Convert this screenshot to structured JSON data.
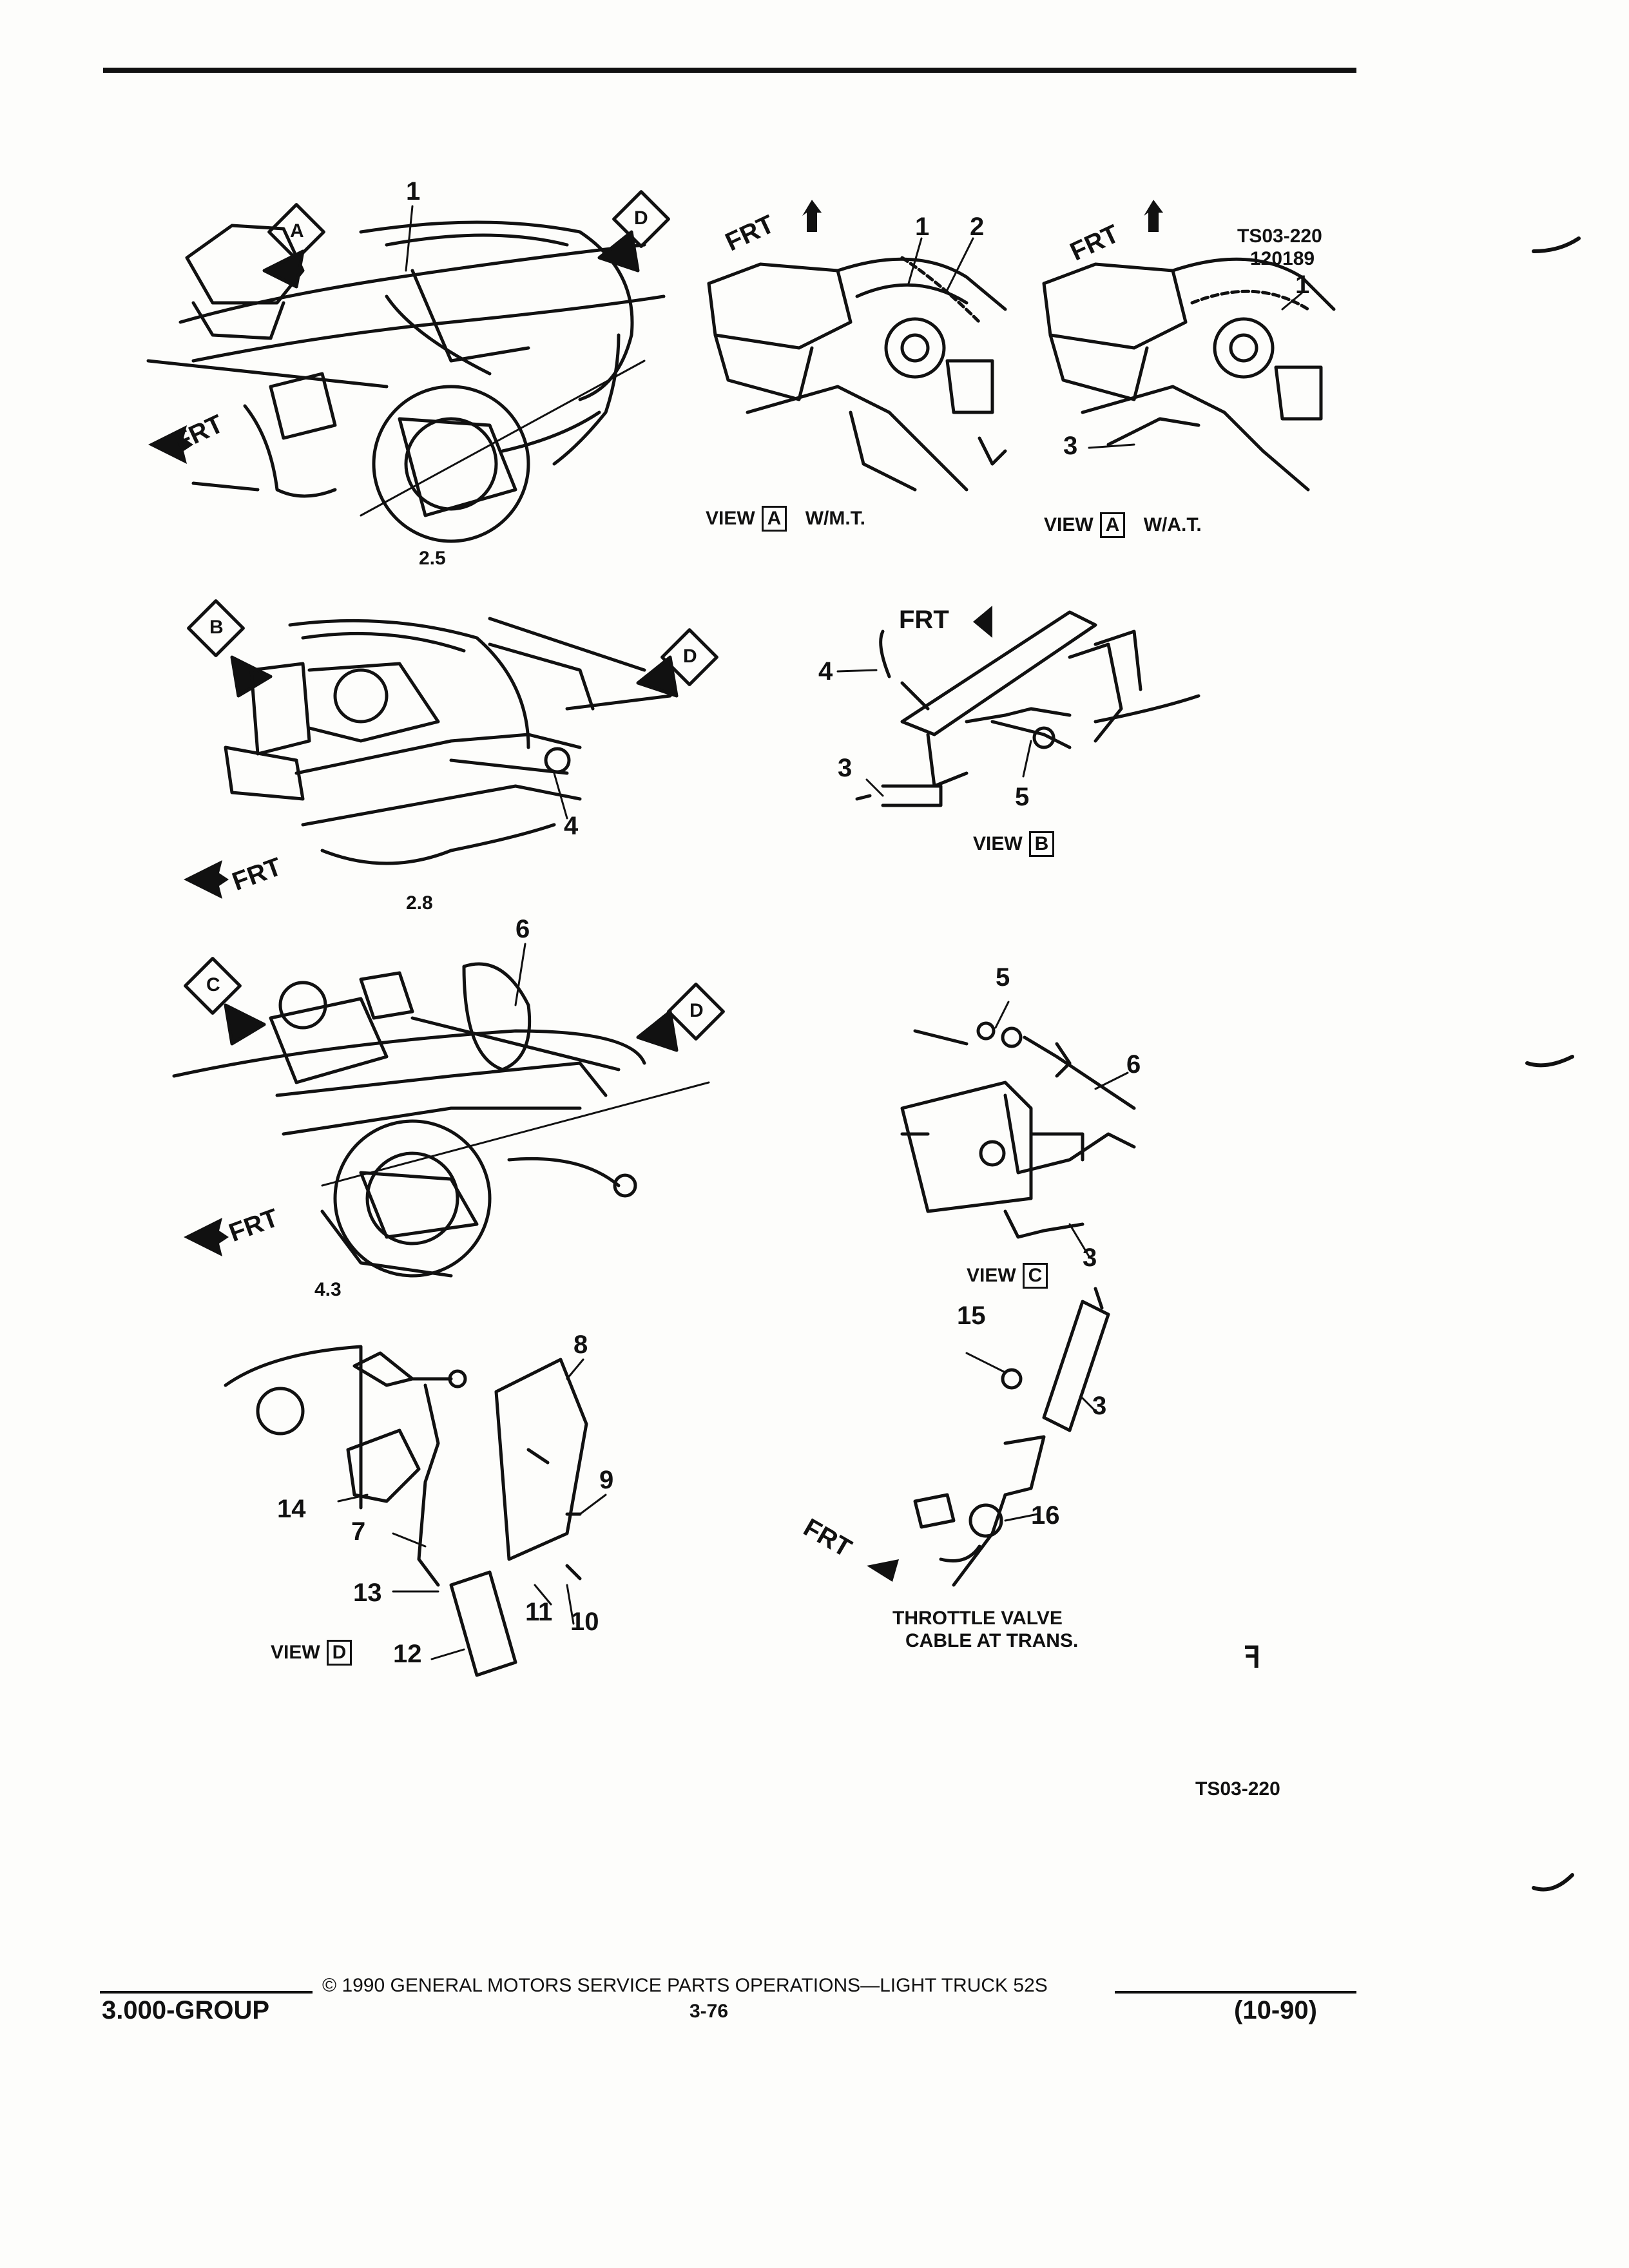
{
  "figure": {
    "id_code": "TS03-220",
    "id_date": "120189",
    "arrow_tags": {
      "a": "A",
      "b": "B",
      "c": "C",
      "d": "D"
    },
    "frt_label": "FRT",
    "engine_labels": {
      "e25": "2.5",
      "e28": "2.8",
      "e43": "4.3"
    },
    "view_a_mt": {
      "view": "VIEW",
      "letter": "A",
      "suffix": "W/M.T."
    },
    "view_a_at": {
      "view": "VIEW",
      "letter": "A",
      "suffix": "W/A.T."
    },
    "view_b": {
      "view": "VIEW",
      "letter": "B"
    },
    "view_c": {
      "view": "VIEW",
      "letter": "C"
    },
    "view_d": {
      "view": "VIEW",
      "letter": "D"
    },
    "callouts": {
      "c1": "1",
      "c2": "2",
      "c3": "3",
      "c4": "4",
      "c5": "5",
      "c6": "6",
      "c7": "7",
      "c8": "8",
      "c9": "9",
      "c10": "10",
      "c11": "11",
      "c12": "12",
      "c13": "13",
      "c14": "14",
      "c15": "15",
      "c16": "16"
    },
    "tv_caption_1": "THROTTLE VALVE",
    "tv_caption_2": "CABLE AT TRANS.",
    "bottom_code": "TS03-220"
  },
  "footer": {
    "group": "3.000-GROUP",
    "copyright": "© 1990 GENERAL MOTORS SERVICE PARTS OPERATIONS—LIGHT TRUCK 52S",
    "page_number": "3-76",
    "date": "(10-90)"
  }
}
